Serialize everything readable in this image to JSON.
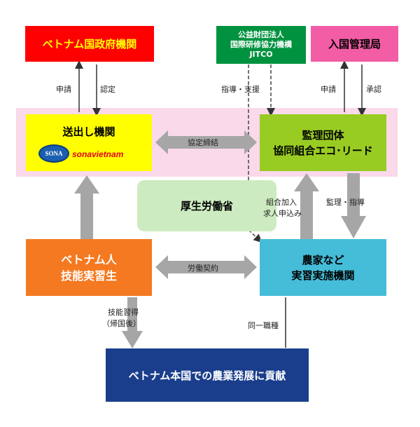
{
  "boxes": {
    "vietnam_gov": {
      "label": "ベトナム国政府機関",
      "color": "#ff0000",
      "text_color": "#ffff00"
    },
    "jitco": {
      "lines": [
        "公益財団法人",
        "国際研修協力機構",
        "JITCO"
      ],
      "color": "#00923f",
      "text_color": "#ffffff"
    },
    "immigration": {
      "label": "入国管理局",
      "color": "#f25da5",
      "text_color": "#000000"
    },
    "sending_org": {
      "label": "送出し機関",
      "color": "#ffff00",
      "text_color": "#000000",
      "logo_text": "SONA",
      "brand": "sonavietnam"
    },
    "supervising_org": {
      "lines": [
        "監理団体",
        "協同組合エコ･リード"
      ],
      "color": "#99cc22",
      "text_color": "#000000"
    },
    "mhlw": {
      "label": "厚生労働省",
      "color": "#cdebc0",
      "text_color": "#000000"
    },
    "trainee": {
      "lines": [
        "ベトナム人",
        "技能実習生"
      ],
      "color": "#f47920",
      "text_color": "#ffffff"
    },
    "farm": {
      "lines": [
        "農家など",
        "実習実施機関"
      ],
      "color": "#45bcd8",
      "text_color": "#000000"
    },
    "contribution": {
      "label": "ベトナム本国での農業発展に貢献",
      "color": "#1a3e8c",
      "text_color": "#ffffff"
    }
  },
  "labels": {
    "apply_left": "申請",
    "certify": "認定",
    "guidance_support": "指導・支援",
    "apply_right": "申請",
    "approve": "承認",
    "agreement": "協定締結",
    "join_line1": "組合加入",
    "join_line2": "求人申込み",
    "supervise": "監理・指導",
    "employment": "労働契約",
    "skill_line1": "技能習得",
    "skill_line2": "（帰国後）",
    "same_job": "同一職種"
  },
  "colors": {
    "band": "#f9d9ea",
    "gray_arrow": "#a6a6a6",
    "dark_line": "#333333"
  }
}
